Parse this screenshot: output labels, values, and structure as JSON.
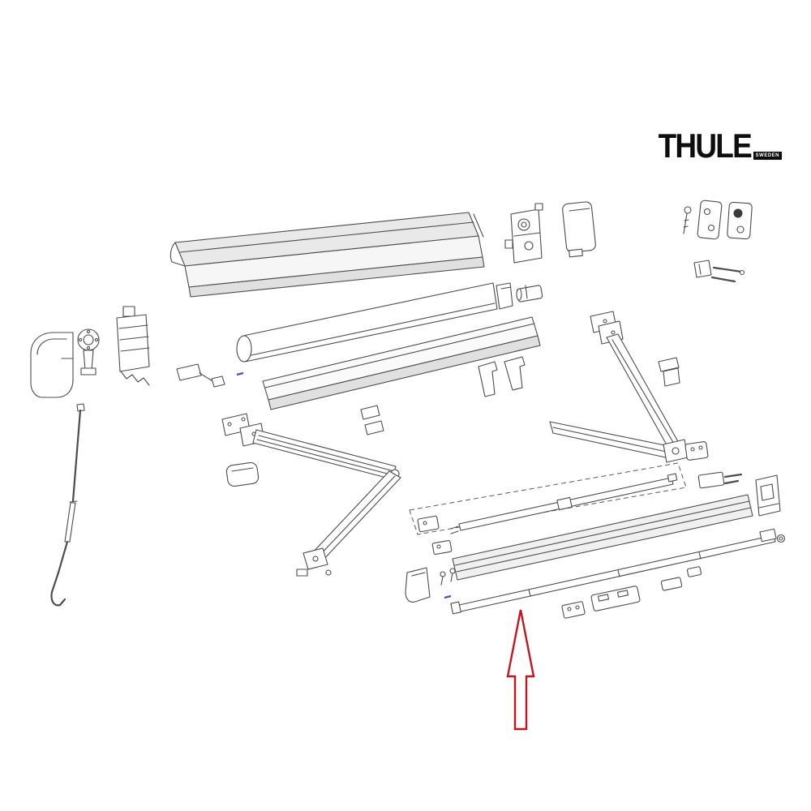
{
  "page": {
    "background_color": "#ffffff"
  },
  "logo": {
    "brand": "THULE",
    "subtext": "SWEDEN",
    "color": "#0d0d0d"
  },
  "annotation": {
    "arrow_color": "#c3161c",
    "marker_color": "#3b55c0"
  },
  "diagram": {
    "line_color": "#4c4c4c",
    "parts": [
      "cassette-top-profile",
      "roller-tube",
      "front-cover-profile",
      "left-end-cover",
      "knob-bracket",
      "wall-bracket-left",
      "rail-clip-left",
      "crank-handle",
      "left-spring-arm",
      "arm-end-cover",
      "right-spring-arm",
      "gear-drive",
      "motor-cover",
      "roller-coupler",
      "fastener-set",
      "clevis-pins",
      "clip-pair-a",
      "clip-pair-b",
      "clip-right",
      "support-block-a",
      "support-block-b",
      "end-cap-right",
      "tension-rafter",
      "support-block-c",
      "support-block-d",
      "lead-rail-profile",
      "lead-rail-end-cap",
      "small-screws",
      "bottom-rail",
      "rail-slider",
      "rail-mounting-plate",
      "rail-clip-c"
    ]
  }
}
